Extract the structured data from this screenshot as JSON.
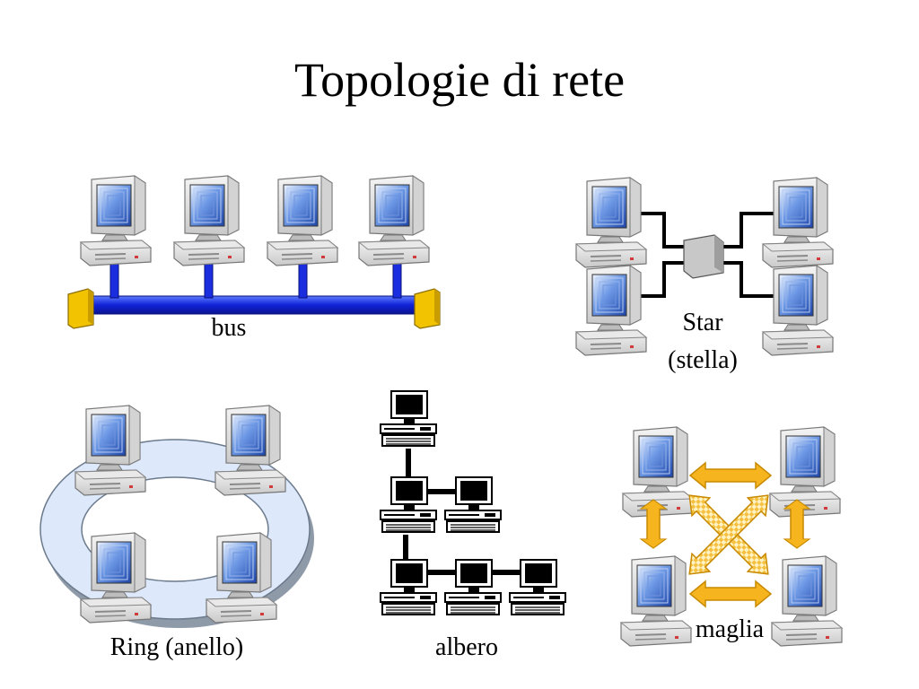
{
  "slide": {
    "title": "Topologie di rete",
    "labels": {
      "bus": "bus",
      "star_line1": "Star",
      "star_line2": "(stella)",
      "ring": "Ring (anello)",
      "tree": "albero",
      "mesh": "maglia"
    }
  },
  "colors": {
    "bus_cable": "#1a2ee0",
    "terminator": "#f2c300",
    "hub": "#c8c8c8",
    "ring_fill": "#dde9fb",
    "mesh_arrow": "#f6b51e",
    "screen_blue": "#3d6fd1"
  },
  "icons": [
    "computer-icon",
    "hub-icon",
    "terminator-icon",
    "double-arrow-icon"
  ]
}
